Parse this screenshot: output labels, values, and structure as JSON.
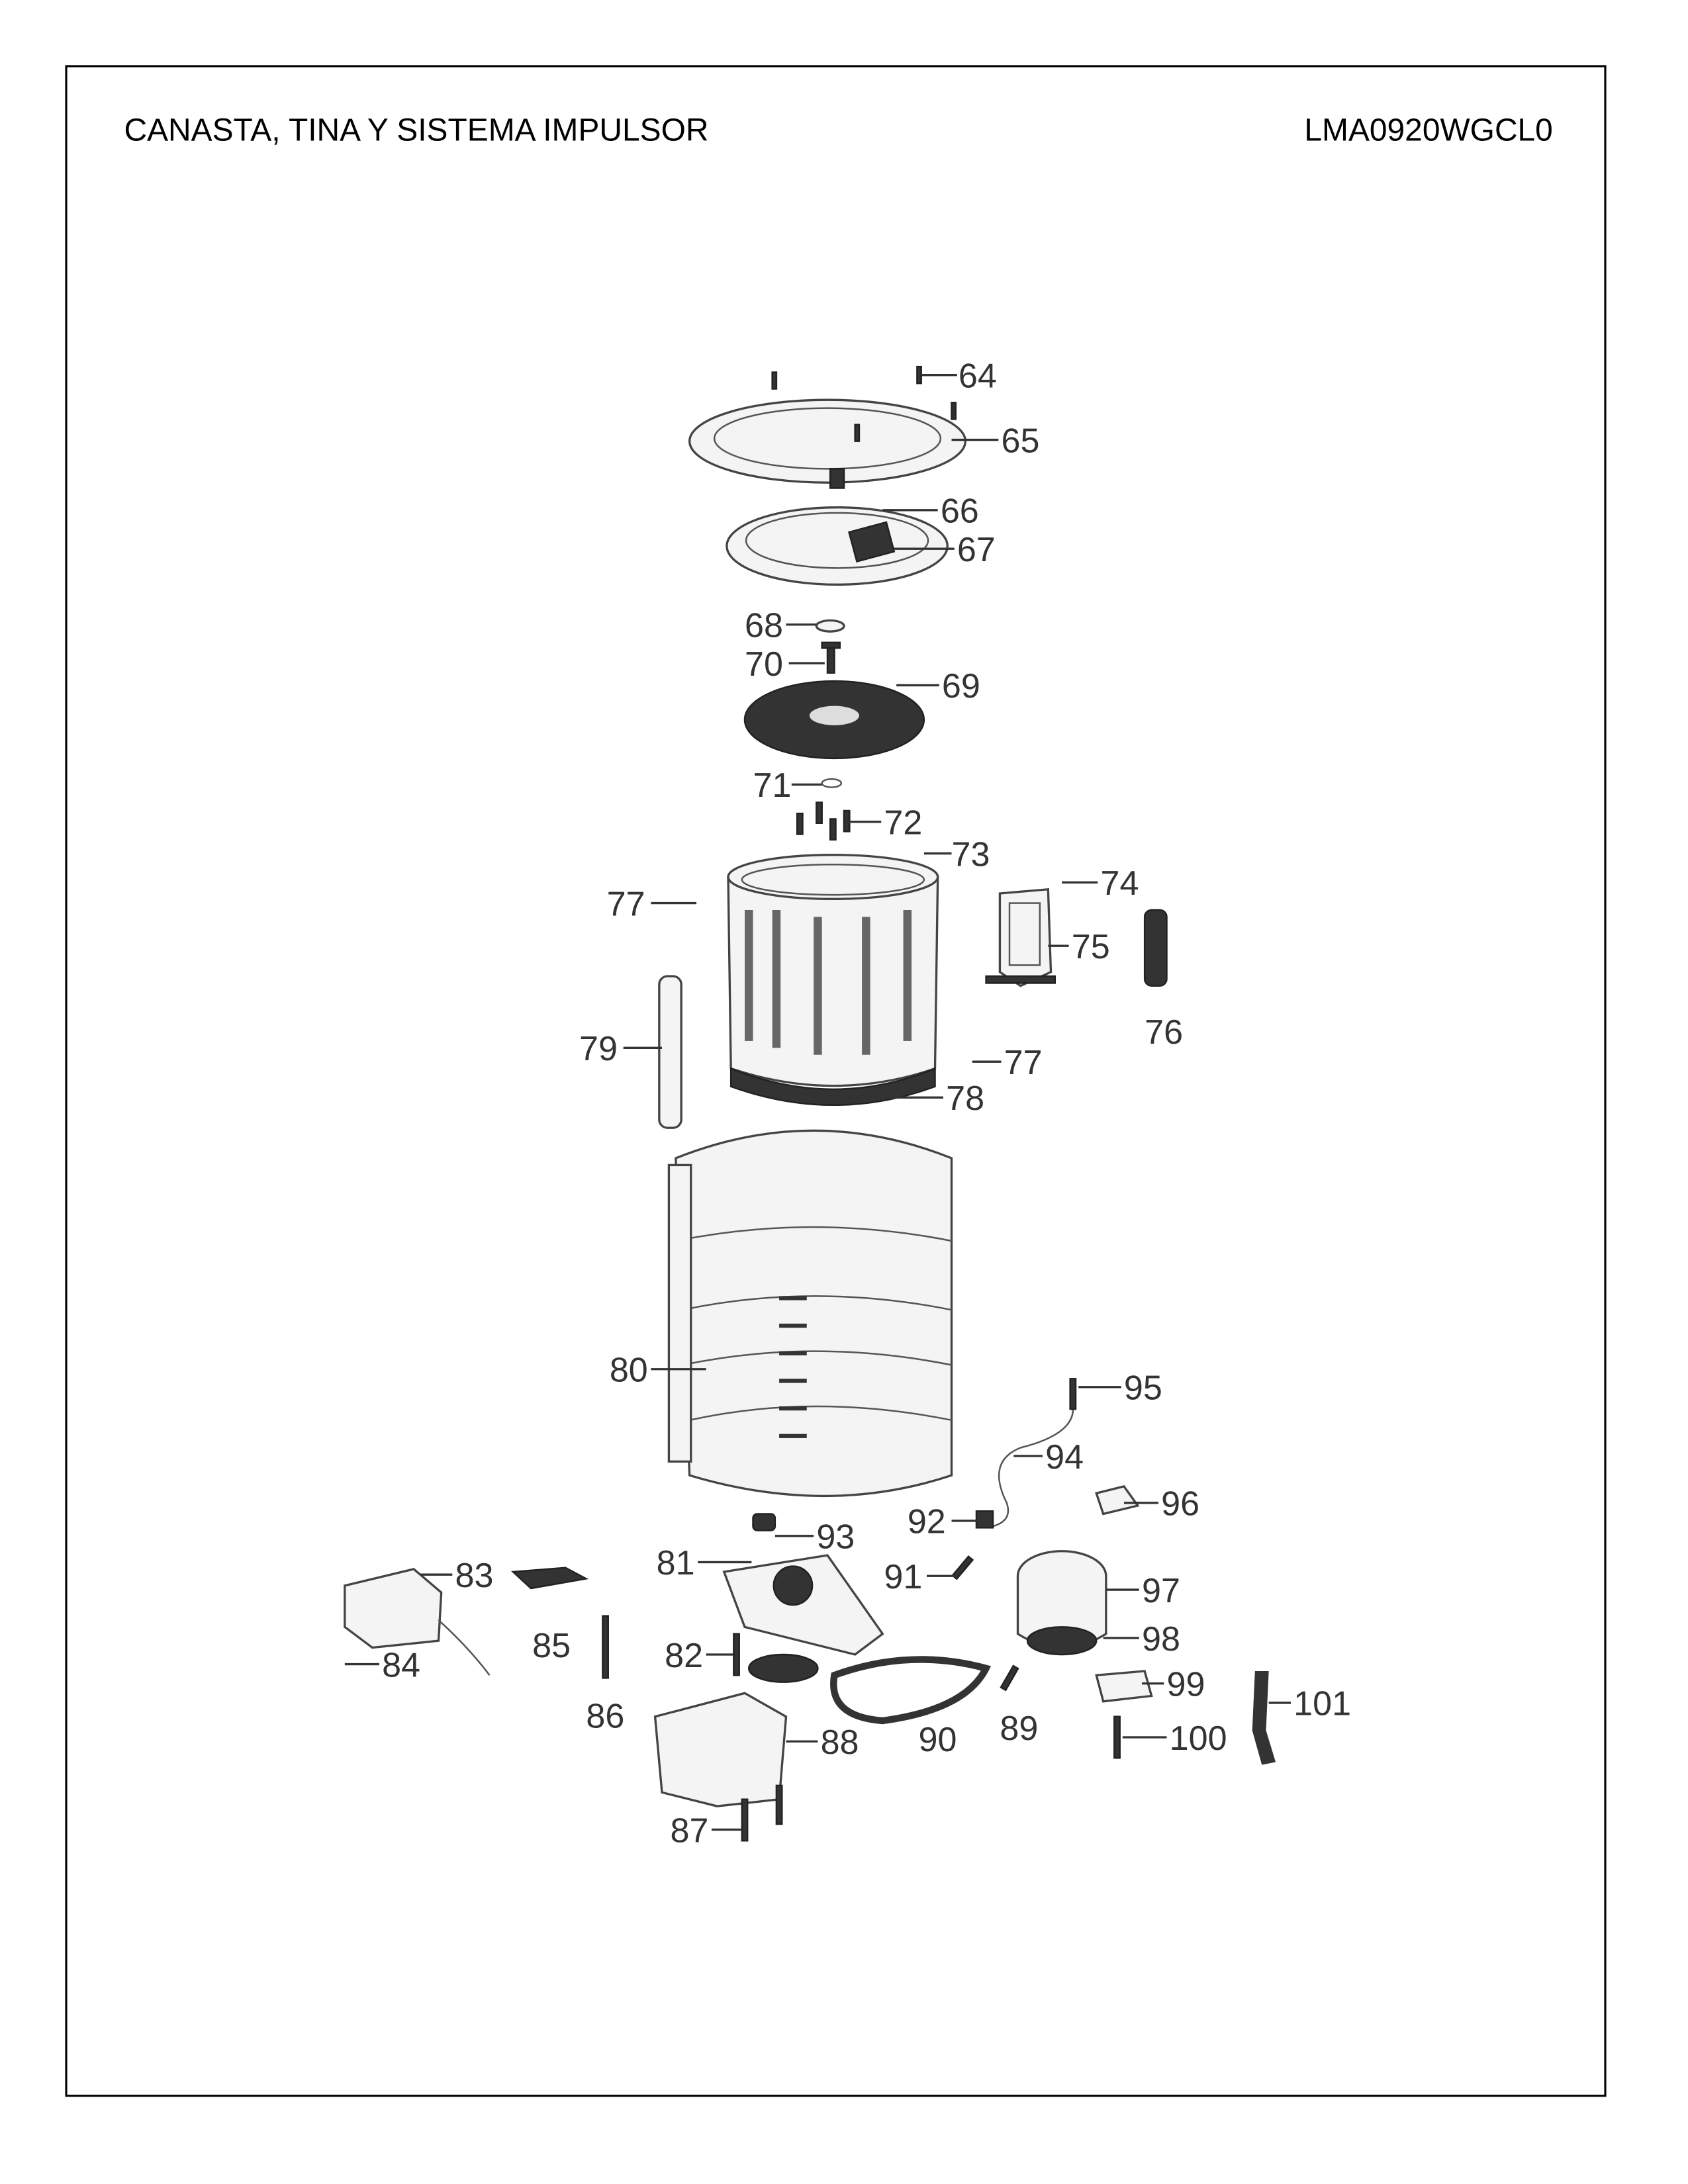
{
  "header": {
    "title": "CANASTA, TINA Y SISTEMA IMPULSOR",
    "model": "LMA0920WGCL0"
  },
  "parts": [
    "64",
    "65",
    "66",
    "67",
    "68",
    "70",
    "69",
    "71",
    "72",
    "73",
    "77",
    "74",
    "75",
    "76",
    "79",
    "77",
    "78",
    "80",
    "95",
    "94",
    "96",
    "93",
    "92",
    "81",
    "91",
    "83",
    "97",
    "85",
    "98",
    "84",
    "82",
    "99",
    "101",
    "89",
    "86",
    "90",
    "88",
    "100",
    "87"
  ]
}
